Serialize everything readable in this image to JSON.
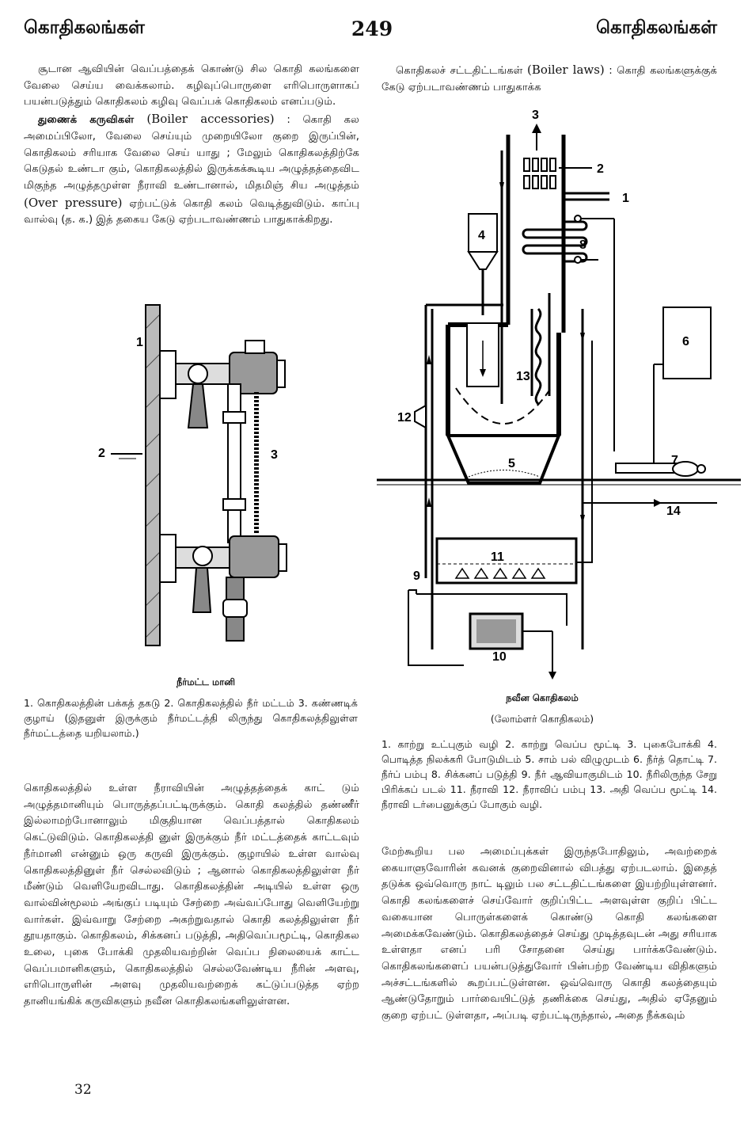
{
  "header": {
    "left_title": "கொதிகலங்கள்",
    "page_number": "249",
    "right_title": "கொதிகலங்கள்"
  },
  "left_column": {
    "para1": "சூடான ஆவியின் வெப்பத்தைக் கொண்டு சில கொதி கலங்களை வேலை செய்ய வைக்கலாம். கழிவுப்பொருளை எரிபொருளாகப் பயன்படுத்தும் கொதிகலம் கழிவு வெப்பக் கொதிகலம் எனப்படும்.",
    "para2_lead": "துணைக் கருவிகள் ",
    "para2_en": "(Boiler accessories)",
    "para2_rest": " : கொதி கல அமைப்பிலோ, வேலை செய்யும் முறையிலோ குறை இருப்பின், கொதிகலம் சரியாக வேலை செய் யாது ; மேலும் கொதிகலத்திற்கே கெடுதல் உண்டா கும், கொதிகலத்தில் இருக்கக்கூடிய அழுத்தத்தைவிட மிகுந்த அழுத்தமுள்ள நீராவி உண்டானால், மிதமிஞ் சிய அழுத்தம் ",
    "para2_en2": "(Over pressure)",
    "para2_end": " ஏற்பட்டுக் கொதி கலம் வெடித்துவிடும். காப்பு வால்வு (த. க.) இத் தகைய கேடு ஏற்படாவண்ணம் பாதுகாக்கிறது.",
    "para3": "கொதிகலத்தில் உள்ள நீராவியின் அழுத்தத்தைக் காட் டும் அழுத்தமானியும் பொருத்தப்பட்டிருக்கும். கொதி கலத்தில் தண்ணீர் இல்லாமற்போனாலும் மிகுதியான வெப்பத்தால் கொதிகலம் கெட்டுவிடும். கொதிகலத்தி னுள் இருக்கும் நீர் மட்டத்தைக் காட்டவும் நீர்மானி என்னும் ஒரு கருவி இருக்கும். குழாயில் உள்ள வால்வு கொதிகலத்தினுள் நீர் செல்லவிடும் ; ஆனால் கொதிகலத்திலுள்ள நீர் மீண்டும் வெளியேறவிடாது. கொதிகலத்தின் அடியில் உள்ள ஒரு வால்வின்மூலம் அங்குப் படியும் சேற்றை அவ்வப்போது வெளியேற்று வார்கள். இவ்வாறு சேற்றை அகற்றுவதால் கொதி கலத்திலுள்ள நீர் தூயதாகும். கொதிகலம், சிக்கனப் படுத்தி, அதிவெப்பமூட்டி, கொதிகல உலை, புகை போக்கி முதலியவற்றின் வெப்ப நிலையைக் காட்ட வெப்பமானிகளும், கொதிகலத்தில் செல்லவேண்டிய நீரின் அளவு, எரிபொருளின் அளவு முதலியவற்றைக் கட்டுப்படுத்த ஏற்ற தானியங்கிக் கருவிகளும் நவீன கொதிகலங்களிலுள்ளன."
  },
  "figure_left": {
    "labels": [
      "1",
      "2",
      "3"
    ],
    "caption_title": "நீர்மட்ட மானி",
    "legend": "1. கொதிகலத்தின் பக்கத் தகடு 2. கொதிகலத்தில் நீர் மட்டம் 3. கண்ணடிக் குழாய் (இதனுள் இருக்கும் நீர்மட்டத்தி லிருந்து கொதிகலத்திலுள்ள நீர்மட்டத்தை யறியலாம்.)"
  },
  "right_column": {
    "para1_lead": "கொதிகலச் சட்டதிட்டங்கள் ",
    "para1_en": "(Boiler laws)",
    "para1_rest": " : கொதி கலங்களுக்குக் கேடு ஏற்படாவண்ணம் பாதுகாக்க",
    "para2": "மேற்கூறிய பல அமைப்புக்கள் இருந்தபோதிலும், அவற்றைக் கையாளுவோரின் கவனக் குறைவினால் விபத்து ஏற்படலாம். இதைத் தடுக்க ஒவ்வொரு நாட் டிலும் பல சட்டதிட்டங்களை இயற்றியுள்ளனர். கொதி கலங்களைச் செய்வோர் குறிப்பிட்ட அளவுள்ள குறிப் பிட்ட வகையான பொருள்களைக் கொண்டு கொதி கலங்களை அமைக்கவேண்டும். கொதிகலத்தைச் செய்து முடித்தவுடன் அது சரியாக உள்ளதா எனப் பரி சோதனை செய்து பார்க்கவேண்டும். கொதிகலங்களைப் பயன்படுத்துவோர் பின்பற்ற வேண்டிய விதிகளும் அச்சட்டங்களில் கூறப்பட்டுள்ளன. ஒவ்வொரு கொதி கலத்தையும் ஆண்டுதோறும் பார்வையிட்டுத் தணிக்கை செய்து, அதில் ஏதேனும் குறை ஏற்பட் டுள்ளதா, அப்படி ஏற்பட்டிருந்தால், அதை நீக்கவும்"
  },
  "figure_right": {
    "labels": [
      "1",
      "2",
      "3",
      "4",
      "5",
      "6",
      "7",
      "8",
      "9",
      "10",
      "11",
      "12",
      "13",
      "14"
    ],
    "caption_title": "நவீன கொதிகலம்",
    "caption_sub": "(லோம்ளர் கொதிகலம்)",
    "legend": "1. காற்று உட்புகும் வழி 2. காற்று வெப்ப மூட்டி 3. புகைபோக்கி 4. பொடித்த நிலக்கரி போடுமிடம் 5. சாம் பல் விழுமுடம் 6. நீர்த் தொட்டி 7. நீர்ப் பம்பு 8. சிக்கனப் படுத்தி 9. நீர் ஆவியாகுமிடம் 10. நீரிலிருந்த சேறு பிரிக்கப் படல் 11. நீராவி 12. நீராவிப் பம்பு 13. அதி வெப்ப மூட்டி 14. நீராவி டர்பைனுக்குப் போகும் வழி."
  },
  "footer": {
    "page_index": "32"
  }
}
